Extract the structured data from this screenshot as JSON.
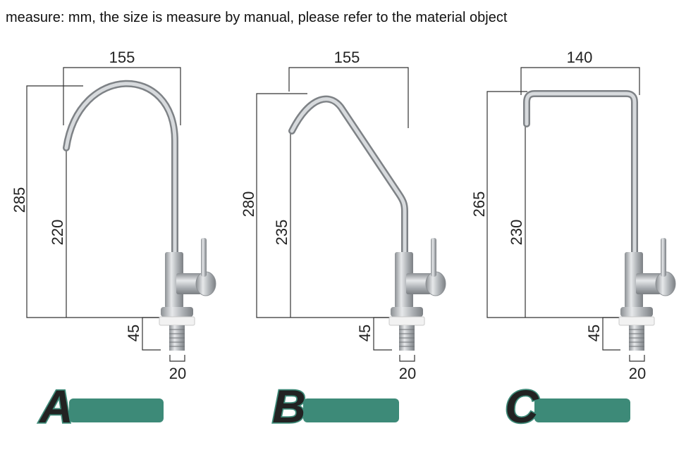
{
  "header": {
    "note": "measure: mm, the size is measure by manual, please refer to the material object"
  },
  "faucets": [
    {
      "label": "A",
      "width": "155",
      "total_height": "285",
      "spout_height": "220",
      "thread_length": "45",
      "thread_diameter": "20"
    },
    {
      "label": "B",
      "width": "155",
      "total_height": "280",
      "spout_height": "235",
      "thread_length": "45",
      "thread_diameter": "20"
    },
    {
      "label": "C",
      "width": "140",
      "total_height": "265",
      "spout_height": "230",
      "thread_length": "45",
      "thread_diameter": "20"
    }
  ],
  "colors": {
    "accent": "#3d8a78",
    "steel": "#b9bcbf",
    "steel_dark": "#7f8387",
    "dim_line": "#333333"
  },
  "icons": [
    "faucet-a-icon",
    "faucet-b-icon",
    "faucet-c-icon"
  ]
}
